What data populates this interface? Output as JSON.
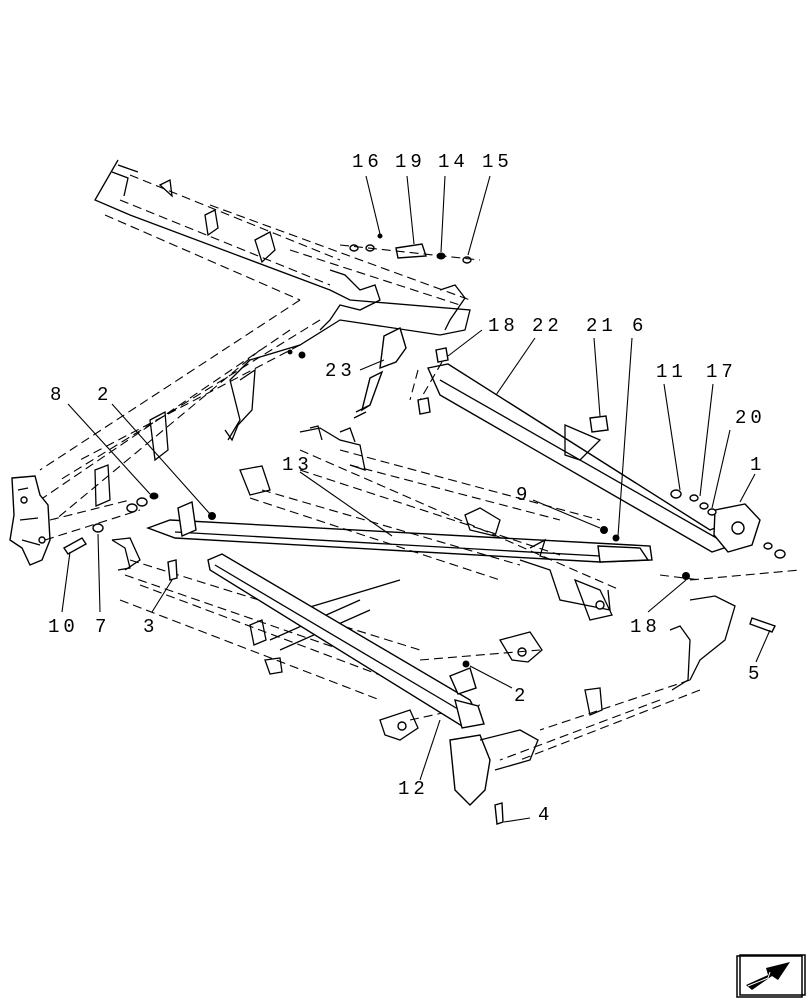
{
  "callouts": [
    {
      "id": "c16",
      "text": "16"
    },
    {
      "id": "c19",
      "text": "19"
    },
    {
      "id": "c14",
      "text": "14"
    },
    {
      "id": "c15",
      "text": "15"
    },
    {
      "id": "c18a",
      "text": "18"
    },
    {
      "id": "c22",
      "text": "22"
    },
    {
      "id": "c21",
      "text": "21"
    },
    {
      "id": "c6",
      "text": "6"
    },
    {
      "id": "c23",
      "text": "23"
    },
    {
      "id": "c11",
      "text": "11"
    },
    {
      "id": "c17",
      "text": "17"
    },
    {
      "id": "c20",
      "text": "20"
    },
    {
      "id": "c1",
      "text": "1"
    },
    {
      "id": "c8",
      "text": "8"
    },
    {
      "id": "c2a",
      "text": "2"
    },
    {
      "id": "c13",
      "text": "13"
    },
    {
      "id": "c9",
      "text": "9"
    },
    {
      "id": "c10",
      "text": "10"
    },
    {
      "id": "c7",
      "text": "7"
    },
    {
      "id": "c3",
      "text": "3"
    },
    {
      "id": "c18b",
      "text": "18"
    },
    {
      "id": "c5",
      "text": "5"
    },
    {
      "id": "c2b",
      "text": "2"
    },
    {
      "id": "c12",
      "text": "12"
    },
    {
      "id": "c4",
      "text": "4"
    }
  ],
  "nav_icon": "next-page-arrow-icon"
}
